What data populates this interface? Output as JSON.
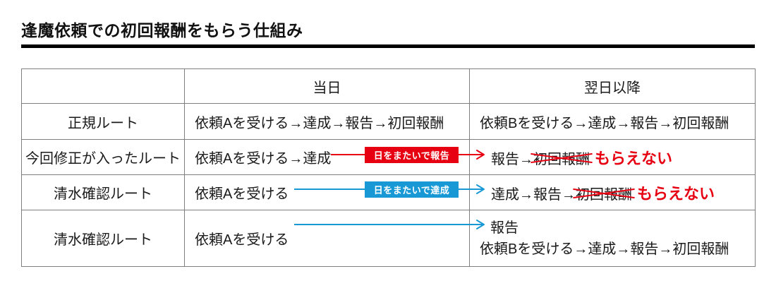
{
  "page": {
    "title": "逢魔依頼での初回報酬をもらう仕組み"
  },
  "colors": {
    "accent_red": "#e60012",
    "accent_blue": "#1899d6",
    "table_border": "#7f7f7f",
    "title_rule": "#000000"
  },
  "table": {
    "headers": [
      "",
      "当日",
      "翌日以降"
    ],
    "rows": [
      {
        "route": "正規ルート",
        "today": "依頼Aを受ける→達成→報告→初回報酬",
        "next": "依頼Bを受ける→達成→報告→初回報酬"
      },
      {
        "route": "今回修正が入ったルート",
        "today": "依頼Aを受ける→達成",
        "badge": "日をまたいで報告",
        "next_prefix": "報告→",
        "next_struck": "初回報酬",
        "next_note": "もらえない"
      },
      {
        "route": "清水確認ルート",
        "today": "依頼Aを受ける",
        "badge": "日をまたいで達成",
        "next_prefix": "達成→報告→",
        "next_struck": "初回報酬",
        "next_note": "もらえない"
      },
      {
        "route": "清水確認ルート",
        "today": "依頼Aを受ける",
        "next_line1": "報告",
        "next_line2": "依頼Bを受ける→達成→報告→初回報酬"
      }
    ]
  }
}
